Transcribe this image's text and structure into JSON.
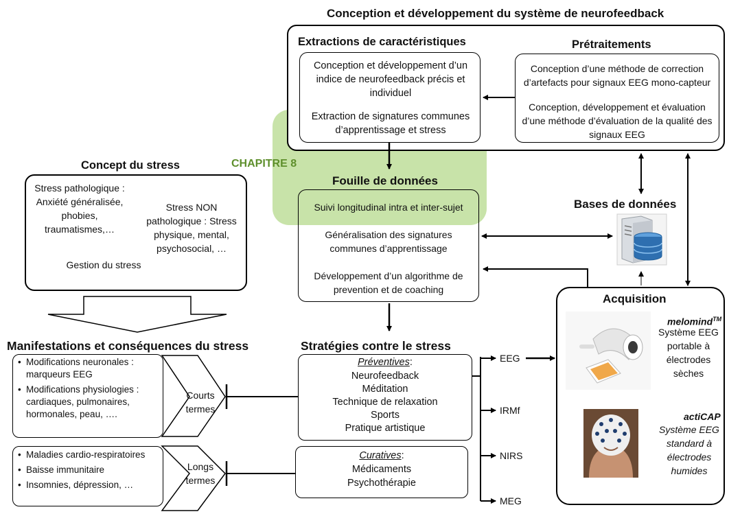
{
  "diagram": {
    "main_title": "Conception et développement du système de neurofeedback",
    "extraction": {
      "title": "Extractions de caractéristiques",
      "item1": "Conception et développement d’un indice de neurofeedback précis et individuel",
      "item2": "Extraction de signatures communes d’apprentissage et stress"
    },
    "pretraitements": {
      "title": "Prétraitements",
      "item1": "Conception d’une méthode de correction d’artefacts pour signaux EEG mono-capteur",
      "item2": "Conception, développement et évaluation d’une méthode d’évaluation de la qualité des signaux EEG"
    },
    "chapitre": "CHAPITRE 8",
    "fouille": {
      "title": "Fouille de données",
      "item1": "Suivi longitudinal intra et inter-sujet",
      "item2": "Généralisation des signatures communes d’apprentissage",
      "item3": "Développement d’un algorithme de prevention et de coaching"
    },
    "bases": {
      "title": "Bases de données"
    },
    "concept": {
      "title": "Concept du stress",
      "pathologique": "Stress pathologique : Anxiété généralisée, phobies, traumatismes,…",
      "non_pathologique": "Stress NON pathologique : Stress physique, mental, psychosocial, …",
      "gestion": "Gestion du stress"
    },
    "manifestations": {
      "title": "Manifestations et conséquences du stress",
      "court": [
        "Modifications neuronales : marqueurs EEG",
        "Modifications physiologies : cardiaques, pulmonaires, hormonales, peau, …."
      ],
      "long": [
        "Maladies cardio-respiratoires",
        "Baisse immunitaire",
        "Insomnies, dépression, …"
      ],
      "court_label": "Courts termes",
      "long_label": "Longs termes"
    },
    "strategies": {
      "title": "Stratégies contre le stress",
      "preventives_label": "Préventives",
      "preventives": [
        "Neurofeedback",
        "Méditation",
        "Technique de relaxation",
        "Sports",
        "Pratique artistique"
      ],
      "curatives_label": "Curatives",
      "curatives": [
        "Médicaments",
        "Psychothérapie"
      ],
      "colon": ":"
    },
    "modalities": [
      "EEG",
      "IRMf",
      "NIRS",
      "MEG"
    ],
    "acquisition": {
      "title": "Acquisition",
      "melomind_name": "melomind",
      "melomind_tm": "TM",
      "melomind_desc": "Système EEG portable à électrodes sèches",
      "acticap_name": "actiCAP",
      "acticap_desc": "Système EEG standard à électrodes humides"
    },
    "colors": {
      "highlight_green": "#b5d98c",
      "chapitre_text": "#5e8f2c",
      "db_blue": "#2e6fb0"
    },
    "icons": [
      "database-server-icon",
      "melomind-headset-image",
      "acticap-photo"
    ]
  }
}
